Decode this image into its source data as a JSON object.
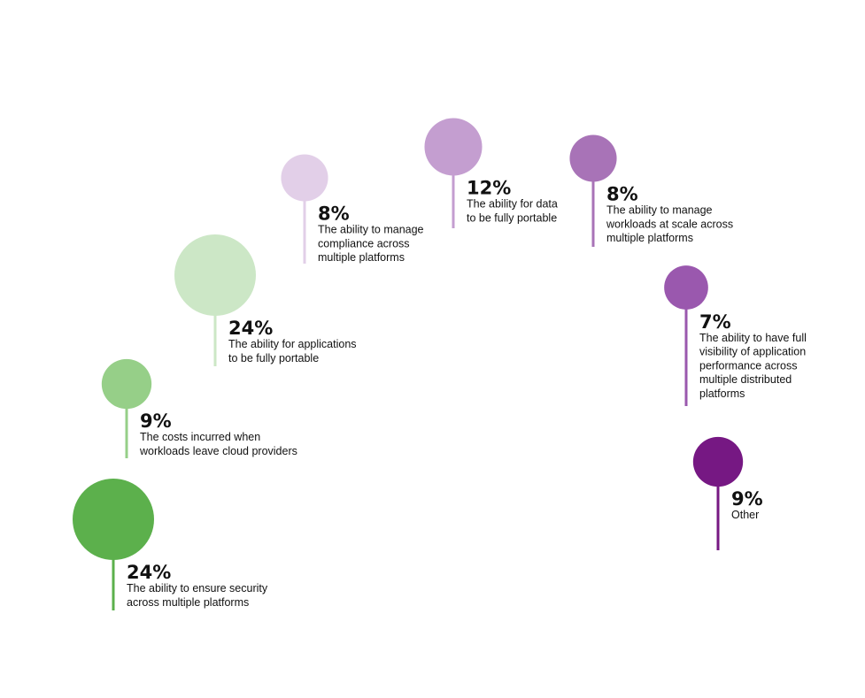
{
  "chart_data": {
    "type": "bubble",
    "title": "",
    "items": [
      {
        "value": 24,
        "label": "24%",
        "description": [
          "The ability to ensure security",
          "across multiple platforms"
        ],
        "color": "#5cb04c"
      },
      {
        "value": 9,
        "label": "9%",
        "description": [
          "The costs incurred when",
          "workloads leave cloud providers"
        ],
        "color": "#96cf88"
      },
      {
        "value": 24,
        "label": "24%",
        "description": [
          "The ability for applications",
          "to be fully portable"
        ],
        "color": "#cce7c6"
      },
      {
        "value": 8,
        "label": "8%",
        "description": [
          "The ability to manage",
          "compliance across",
          "multiple platforms"
        ],
        "color": "#e2cfe8"
      },
      {
        "value": 12,
        "label": "12%",
        "description": [
          "The ability for data",
          "to be fully portable"
        ],
        "color": "#c49ed0"
      },
      {
        "value": 8,
        "label": "8%",
        "description": [
          "The ability to manage",
          "workloads at scale across",
          "multiple platforms"
        ],
        "color": "#a873b7"
      },
      {
        "value": 7,
        "label": "7%",
        "description": [
          "The ability to have full",
          "visibility of application",
          "performance across",
          "multiple distributed",
          "platforms"
        ],
        "color": "#9a58ae"
      },
      {
        "value": 9,
        "label": "9%",
        "description": [
          "Other"
        ],
        "color": "#761883"
      }
    ]
  }
}
